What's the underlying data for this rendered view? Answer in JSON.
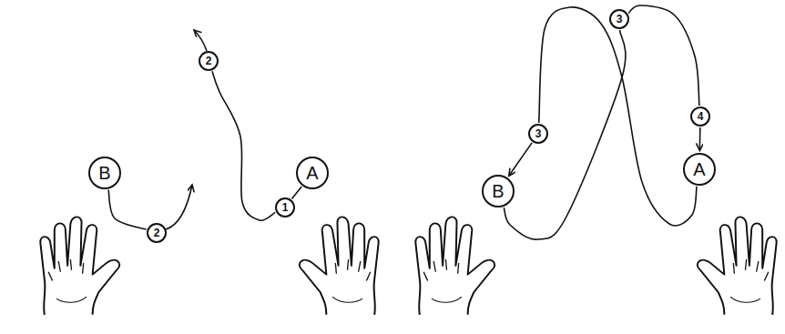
{
  "diagram": {
    "nodes": [
      {
        "text": [
          "2"
        ]
      },
      {
        "text": [
          "B"
        ]
      },
      {
        "text": [
          "A"
        ]
      },
      {
        "text": [
          "1"
        ]
      },
      {
        "text": [
          "2"
        ]
      },
      {
        "text": [
          "3"
        ]
      },
      {
        "text": [
          "4"
        ]
      },
      {
        "text": [
          "3"
        ]
      },
      {
        "text": [
          "A"
        ]
      },
      {
        "text": [
          "B"
        ]
      }
    ],
    "edges": [
      {
        "from": 1,
        "to": 4,
        "arrow": "none"
      },
      {
        "from": 2,
        "to": 3,
        "arrow": "none"
      },
      {
        "from": 3,
        "to": 0,
        "arrow": "none"
      },
      {
        "from": 9,
        "to": 5,
        "arrow": "none"
      },
      {
        "from": 5,
        "to": 6,
        "arrow": "none"
      },
      {
        "from": 6,
        "to": 8,
        "arrow": "to"
      },
      {
        "from": 8,
        "to": 7,
        "arrow": "none"
      },
      {
        "from": 7,
        "to": 9,
        "arrow": "to"
      }
    ]
  }
}
